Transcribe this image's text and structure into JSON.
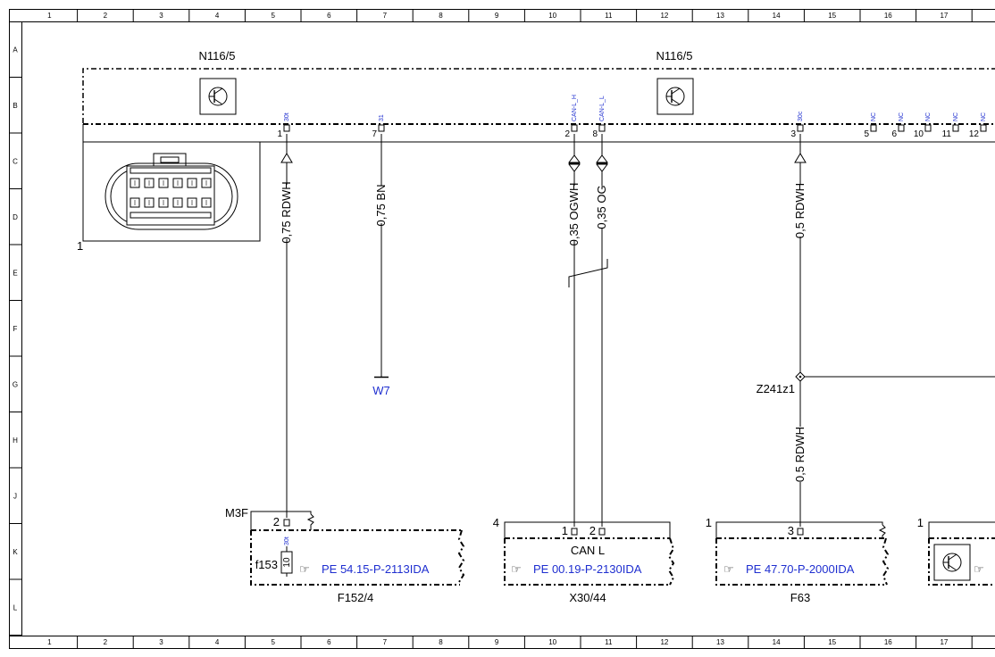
{
  "grid": {
    "columns": [
      "1",
      "2",
      "3",
      "4",
      "5",
      "6",
      "7",
      "8",
      "9",
      "10",
      "11",
      "12",
      "13",
      "14",
      "15",
      "16",
      "17"
    ],
    "rows": [
      "A",
      "B",
      "C",
      "D",
      "E",
      "F",
      "G",
      "H",
      "J",
      "K",
      "L"
    ]
  },
  "components": {
    "n116_left_label": "N116/5",
    "n116_right_label": "N116/5",
    "connector_ref": "1",
    "f152_4": "F152/4",
    "x30_44": "X30/44",
    "f63": "F63",
    "m3f": "M3F",
    "f153": "f153",
    "fuse_value": "10",
    "can_l": "CAN L",
    "x30_count": "4",
    "f63_count": "1",
    "right_count": "1",
    "splice": "Z241z1",
    "ground": "W7"
  },
  "pins": {
    "p1": {
      "num": "1",
      "sig": "30t"
    },
    "p7": {
      "num": "7",
      "sig": "31"
    },
    "p2": {
      "num": "2",
      "sig": "CAN-L_H"
    },
    "p8": {
      "num": "8",
      "sig": "CAN-L_L"
    },
    "p3": {
      "num": "3",
      "sig": "30c"
    },
    "p5": {
      "num": "5",
      "sig": "NC"
    },
    "p6": {
      "num": "6",
      "sig": "NC"
    },
    "p10": {
      "num": "10",
      "sig": "NC"
    },
    "p11": {
      "num": "11",
      "sig": "NC"
    },
    "p12": {
      "num": "12",
      "sig": "NC"
    },
    "f152_pin": {
      "num": "2",
      "sig": "30t"
    },
    "x30_pin1": "1",
    "x30_pin2": "2",
    "f63_pin": "3"
  },
  "wires": {
    "w1": "0,75 RDWH",
    "w7": "0,75 BN",
    "w2": "0,35 OGWH",
    "w8": "0,35 OG",
    "w3": "0,5 RDWH",
    "w3b": "0,5 RDWH"
  },
  "refs": {
    "f152": "PE 54.15-P-2113IDA",
    "x30": "PE 00.19-P-2130IDA",
    "f63": "PE 47.70-P-2000IDA"
  },
  "colors": {
    "line": "#000000",
    "link_blue": "#1f2fd0"
  }
}
